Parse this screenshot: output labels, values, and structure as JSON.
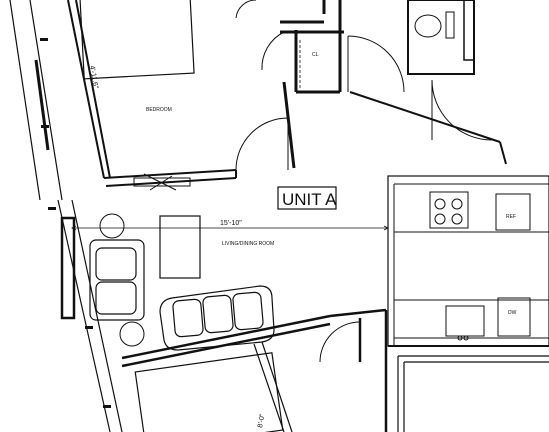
{
  "plan": {
    "unit_label": "UNIT A",
    "rooms": {
      "bedroom_top": "BEDROOM",
      "living": "LIVING/DINING ROOM",
      "closet": "CL"
    },
    "appliances": {
      "refrigerator": "REF",
      "dishwasher": "DW"
    },
    "dimensions": {
      "bedroom_width": "4'-11.6\"",
      "living_width": "15'-10\"",
      "lower_bedroom": "8'-0\""
    }
  }
}
